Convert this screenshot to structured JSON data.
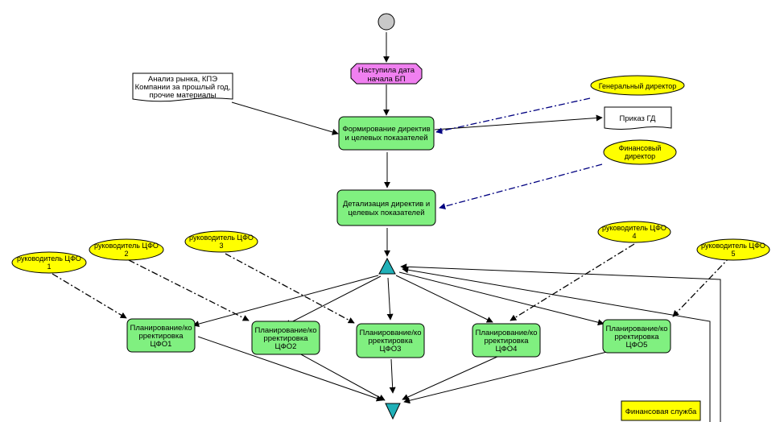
{
  "diagram": {
    "start_event": {
      "label": "Наступила дата начала БП",
      "lines": [
        "Наступила дата",
        "начала БП"
      ]
    },
    "input_document": {
      "lines": [
        "Анализ рынка, КПЭ",
        "Компании за прошлый год,",
        "прочие материалы"
      ]
    },
    "output_document": {
      "lines": [
        "Приказ ГД"
      ]
    },
    "functions": {
      "form_directives": {
        "lines": [
          "Формирование директив",
          "и целевых показателей"
        ]
      },
      "detail_directives": {
        "lines": [
          "Детализация директив и",
          "целевых показателей"
        ]
      },
      "plan_cfo1": {
        "lines": [
          "Планирование/ко",
          "рректировка",
          "ЦФО1"
        ]
      },
      "plan_cfo2": {
        "lines": [
          "Планирование/ко",
          "рректировка",
          "ЦФО2"
        ]
      },
      "plan_cfo3": {
        "lines": [
          "Планирование/ко",
          "рректировка",
          "ЦФО3"
        ]
      },
      "plan_cfo4": {
        "lines": [
          "Планирование/ко",
          "рректировка",
          "ЦФО4"
        ]
      },
      "plan_cfo5": {
        "lines": [
          "Планирование/ко",
          "рректировка",
          "ЦФО5"
        ]
      }
    },
    "roles": {
      "general_director": {
        "lines": [
          "Генеральный директор"
        ]
      },
      "financial_director": {
        "lines": [
          "Финансовый",
          "директор"
        ]
      },
      "head_cfo1": {
        "lines": [
          "руководитель ЦФО",
          "1"
        ]
      },
      "head_cfo2": {
        "lines": [
          "руководитель ЦФО",
          "2"
        ]
      },
      "head_cfo3": {
        "lines": [
          "руководитель ЦФО",
          "3"
        ]
      },
      "head_cfo4": {
        "lines": [
          "руководитель ЦФО",
          "4"
        ]
      },
      "head_cfo5": {
        "lines": [
          "руководитель ЦФО",
          "5"
        ]
      }
    },
    "org_unit": {
      "label": "Финансовая служба"
    },
    "colors": {
      "function_fill": "#80f080",
      "event_fill": "#f080f0",
      "role_fill": "#ffff00",
      "connector_fill": "#20b0b8",
      "start_fill": "#c8c8c8",
      "control_line": "#000080"
    }
  }
}
